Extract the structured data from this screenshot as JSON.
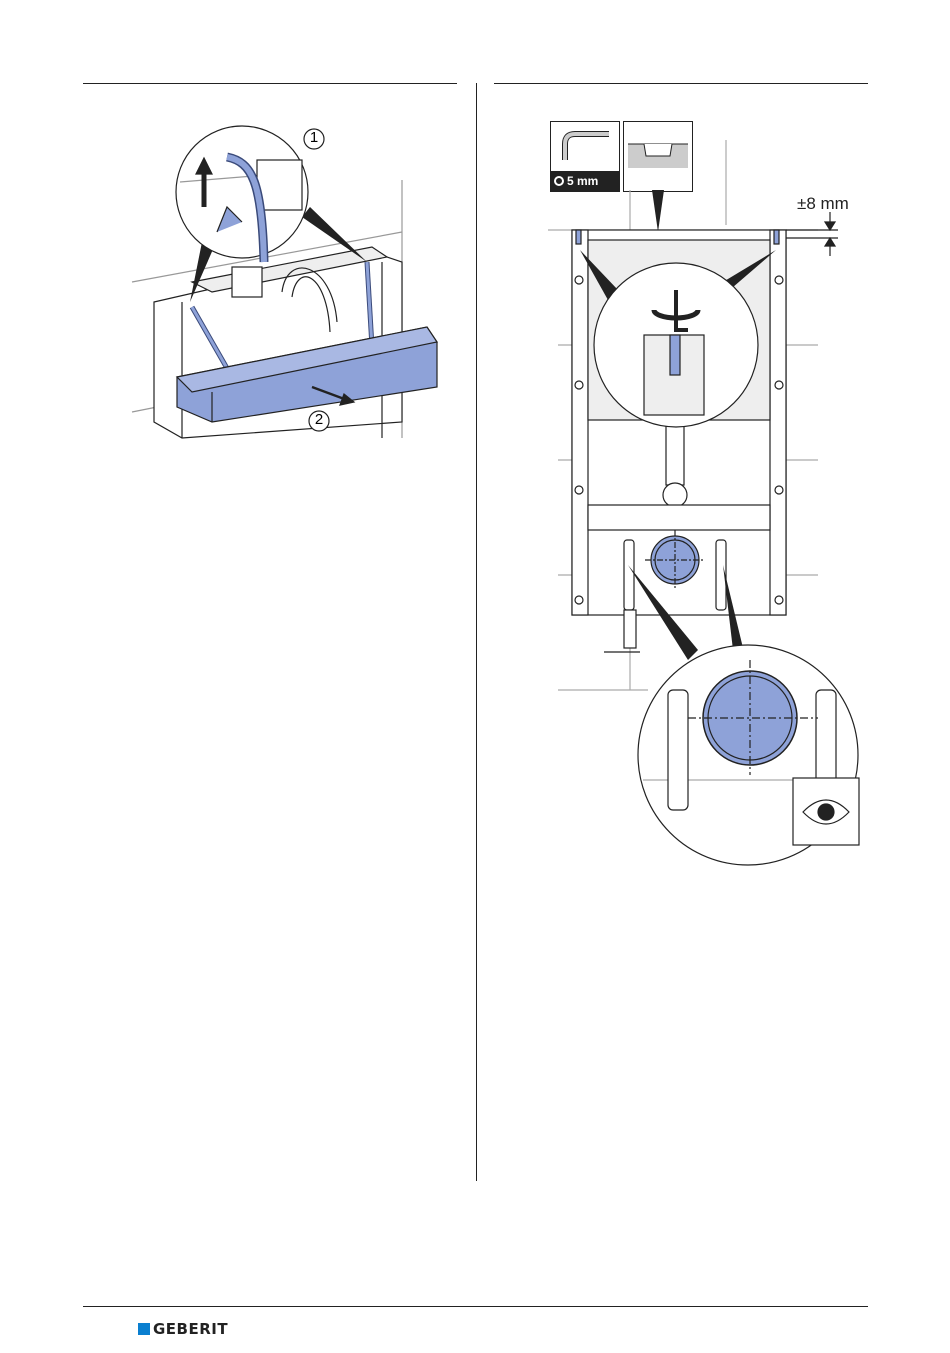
{
  "left_figure": {
    "step_1": "1",
    "step_2": "2"
  },
  "right_figure": {
    "tool_size": "5 mm",
    "tolerance": "±8 mm"
  },
  "footer": {
    "brand": "GEBERIT",
    "brand_color": "#0a7fd0"
  },
  "colors": {
    "part_blue": "#8ea2d8",
    "line": "#222222"
  }
}
